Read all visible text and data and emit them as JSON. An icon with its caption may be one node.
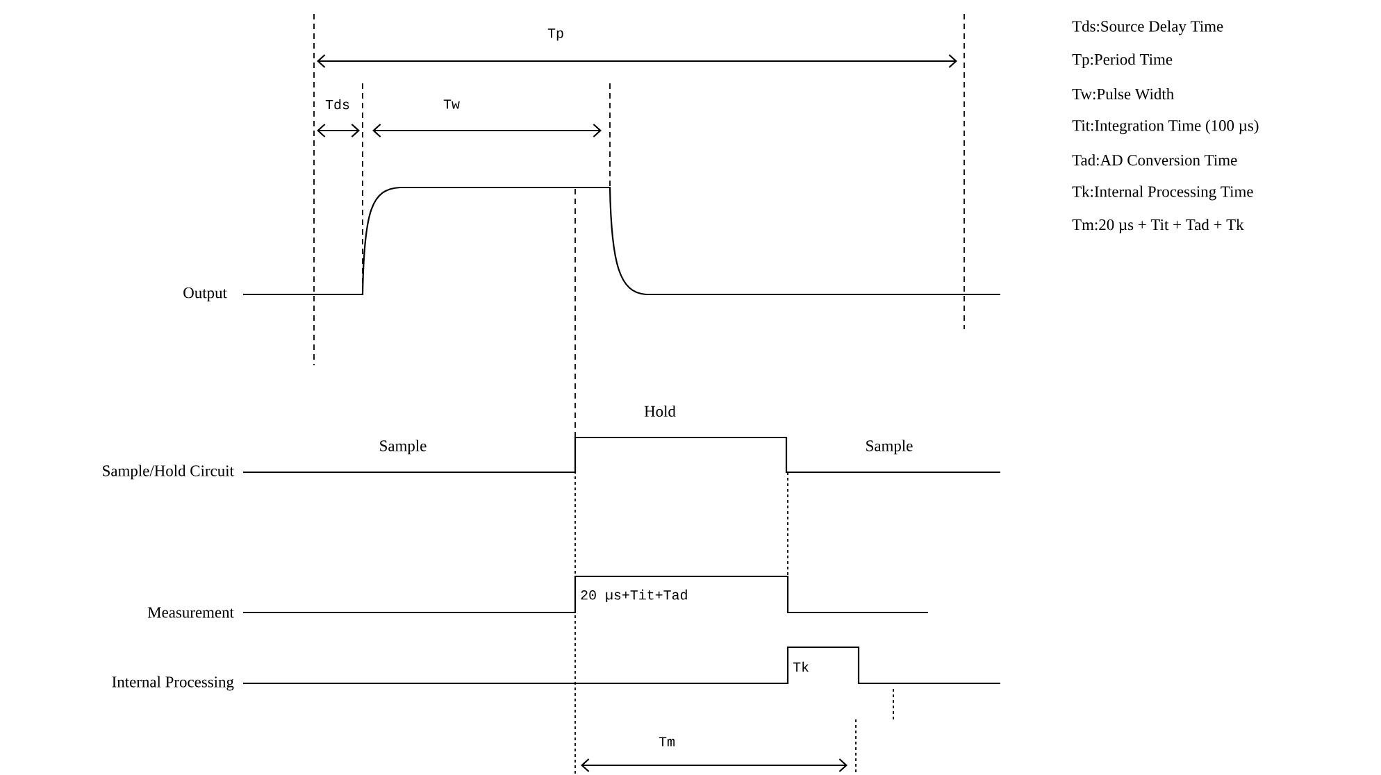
{
  "diagram": {
    "labels": [
      "Tp",
      "Tds",
      "Tw",
      "Output",
      "Hold",
      "Sample",
      "Sample/Hold Circuit",
      "Sample",
      "20 µs+Tit+Tad",
      "Measurement",
      "Tk",
      "Internal Processing",
      "Tm",
      "Tds:Source Delay Time",
      "Tp:Period Time",
      "Tw:Pulse Width",
      "Tit:Integration Time (100 µs)",
      "Tad:AD Conversion Time",
      "Tk:Internal Processing Time",
      "Tm:20 µs + Tit + Tad + Tk"
    ]
  }
}
